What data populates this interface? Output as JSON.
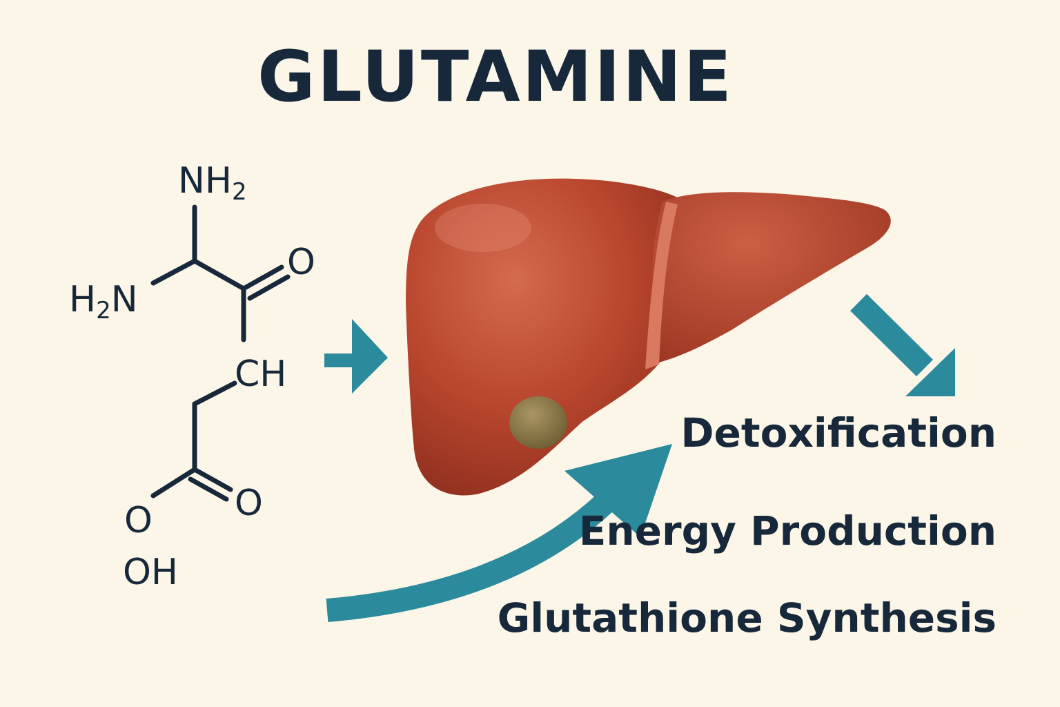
{
  "title": "GLUTAMINE",
  "molecule": {
    "top_amine": "NH",
    "top_amine_sub": "2",
    "left_amine": "H",
    "left_amine_sub": "2",
    "left_amine_tail": "N",
    "carbonyl_o": "O",
    "ch_group": "CH",
    "acid_o_left": "O",
    "acid_o_right": "O",
    "hydroxyl": "OH"
  },
  "functions": [
    "Detoxification",
    "Energy Production",
    "Glutathione Synthesis"
  ],
  "colors": {
    "background": "#fbf6e8",
    "text": "#16283a",
    "arrow": "#2b8a9c",
    "liver": "#b8452d",
    "gallbladder": "#8c7a48"
  },
  "icons": [
    "liver-illustration",
    "gallbladder",
    "arrow-right-icon",
    "arrow-down-right-icon",
    "curved-arrow-icon"
  ]
}
